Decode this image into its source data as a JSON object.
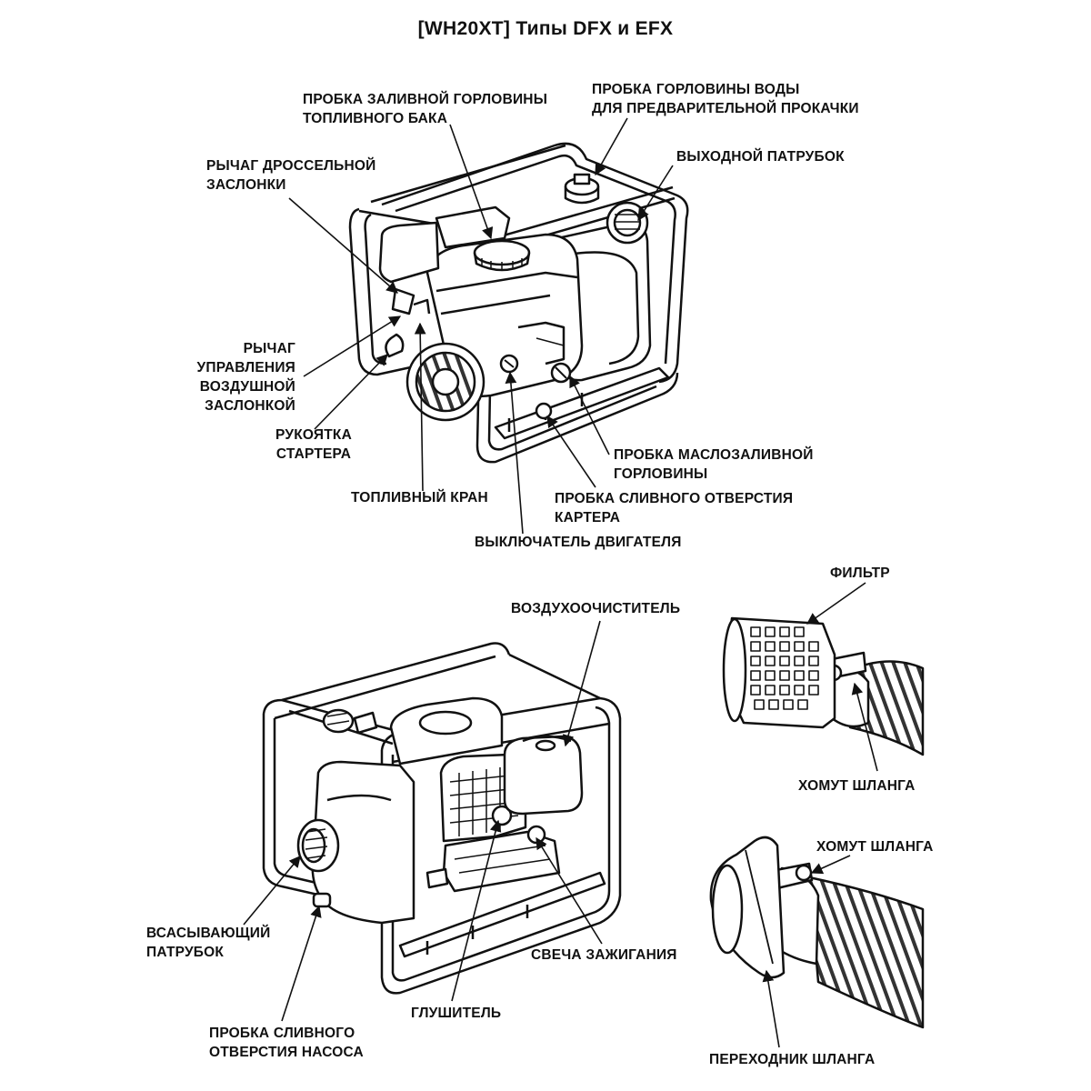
{
  "title": "[WH20XT] Типы DFX и EFX",
  "top_labels": {
    "fuel_cap": [
      "ПРОБКА ЗАЛИВНОЙ ГОРЛОВИНЫ",
      "ТОПЛИВНОГО БАКА"
    ],
    "priming_cap": [
      "ПРОБКА ГОРЛОВИНЫ ВОДЫ",
      "ДЛЯ ПРЕДВАРИТЕЛЬНОЙ ПРОКАЧКИ"
    ],
    "throttle": [
      "РЫЧАГ ДРОССЕЛЬНОЙ",
      "ЗАСЛОНКИ"
    ],
    "outlet": [
      "ВЫХОДНОЙ ПАТРУБОК"
    ],
    "choke": [
      "РЫЧАГ",
      "УПРАВЛЕНИЯ",
      "ВОЗДУШНОЙ",
      "ЗАСЛОНКОЙ"
    ],
    "starter": [
      "РУКОЯТКА",
      "СТАРТЕРА"
    ],
    "oil_filler": [
      "ПРОБКА МАСЛОЗАЛИВНОЙ",
      "ГОРЛОВИНЫ"
    ],
    "fuel_valve": [
      "ТОПЛИВНЫЙ КРАН"
    ],
    "crank_drain": [
      "ПРОБКА СЛИВНОГО ОТВЕРСТИЯ",
      "КАРТЕРА"
    ],
    "engine_switch": [
      "ВЫКЛЮЧАТЕЛЬ ДВИГАТЕЛЯ"
    ]
  },
  "bottom_labels": {
    "air_cleaner": [
      "ВОЗДУХООЧИСТИТЕЛЬ"
    ],
    "suction": [
      "ВСАСЫВАЮЩИЙ",
      "ПАТРУБОК"
    ],
    "spark_plug": [
      "СВЕЧА ЗАЖИГАНИЯ"
    ],
    "muffler": [
      "ГЛУШИТЕЛЬ"
    ],
    "pump_drain": [
      "ПРОБКА СЛИВНОГО",
      "ОТВЕРСТИЯ НАСОСА"
    ]
  },
  "hose_labels": {
    "strainer": [
      "ФИЛЬТР"
    ],
    "clamp_1": [
      "ХОМУТ ШЛАНГА"
    ],
    "clamp_2": [
      "ХОМУТ ШЛАНГА"
    ],
    "coupler": [
      "ПЕРЕХОДНИК ШЛАНГА"
    ]
  }
}
